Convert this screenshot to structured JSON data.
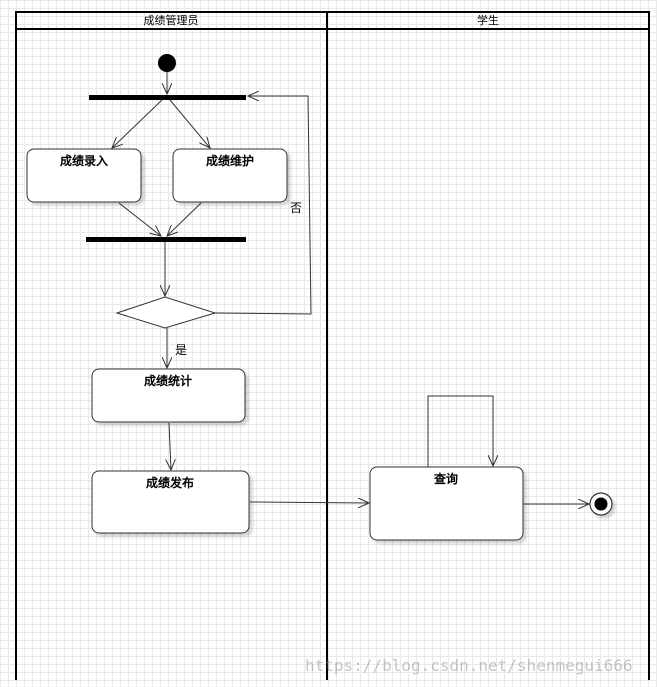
{
  "lanes": [
    {
      "title": "成绩管理员"
    },
    {
      "title": "学生"
    }
  ],
  "activities": {
    "score_entry": "成绩录入",
    "score_maintenance": "成绩维护",
    "score_statistics": "成绩统计",
    "score_publish": "成绩发布",
    "query": "查询"
  },
  "guards": {
    "yes": "是",
    "no": "否"
  },
  "watermark": "https://blog.csdn.net/shenmegui666"
}
